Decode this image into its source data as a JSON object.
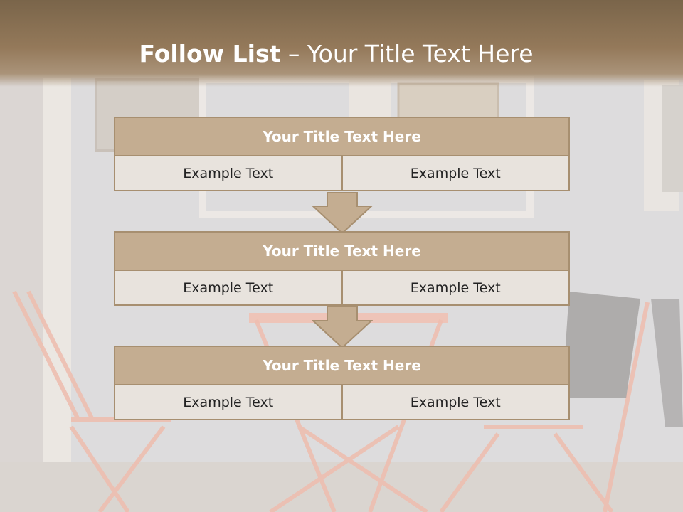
{
  "slide": {
    "title_bold": "Follow List",
    "title_rest": " – Your Title Text Here"
  },
  "blocks": [
    {
      "title": "Your Title Text Here",
      "left": "Example Text",
      "right": "Example Text"
    },
    {
      "title": "Your Title Text Here",
      "left": "Example Text",
      "right": "Example Text"
    },
    {
      "title": "Your Title Text Here",
      "left": "Example Text",
      "right": "Example Text"
    }
  ],
  "colors": {
    "header": "#94795a",
    "block_title": "#c4ad91",
    "block_border": "#a78f70",
    "block_cell": "#e8e3dd",
    "arrow": "#c4ad91"
  }
}
